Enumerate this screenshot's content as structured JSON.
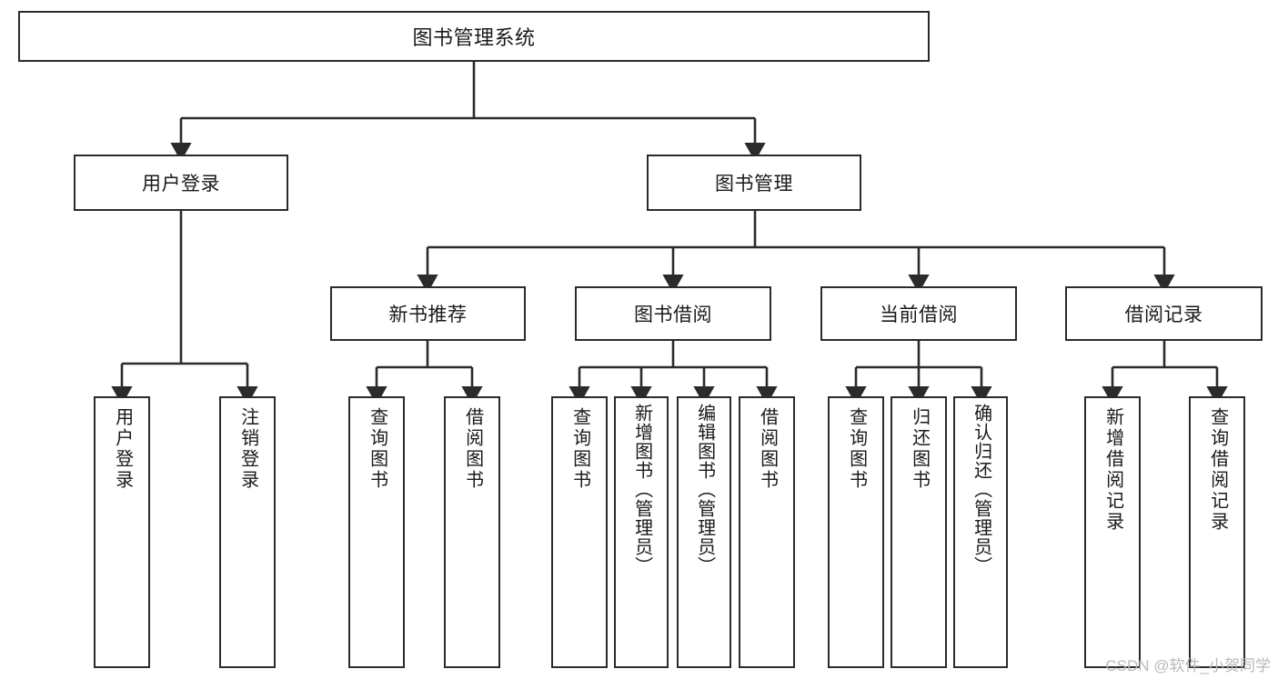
{
  "diagram": {
    "title": "图书管理系统",
    "stroke_color": "#2b2b2b",
    "background_color": "#ffffff",
    "text_color": "#1a1a1a"
  },
  "root": {
    "label": "图书管理系统"
  },
  "level2": [
    {
      "label": "用户登录"
    },
    {
      "label": "图书管理"
    }
  ],
  "level3": [
    {
      "label": "新书推荐"
    },
    {
      "label": "图书借阅"
    },
    {
      "label": "当前借阅"
    },
    {
      "label": "借阅记录"
    }
  ],
  "leaves": [
    {
      "label": "用户登录",
      "parent": "用户登录"
    },
    {
      "label": "注销登录",
      "parent": "用户登录"
    },
    {
      "label": "查询图书",
      "parent": "新书推荐"
    },
    {
      "label": "借阅图书",
      "parent": "新书推荐"
    },
    {
      "label": "查询图书",
      "parent": "图书借阅"
    },
    {
      "label": "新增图书（管理员）",
      "parent": "图书借阅"
    },
    {
      "label": "编辑图书（管理员）",
      "parent": "图书借阅"
    },
    {
      "label": "借阅图书",
      "parent": "图书借阅"
    },
    {
      "label": "查询图书",
      "parent": "当前借阅"
    },
    {
      "label": "归还图书",
      "parent": "当前借阅"
    },
    {
      "label": "确认归还（管理员）",
      "parent": "当前借阅"
    },
    {
      "label": "新增借阅记录",
      "parent": "借阅记录"
    },
    {
      "label": "查询借阅记录",
      "parent": "借阅记录"
    }
  ],
  "watermark": {
    "text": "CSDN @软件_小贺同学"
  }
}
